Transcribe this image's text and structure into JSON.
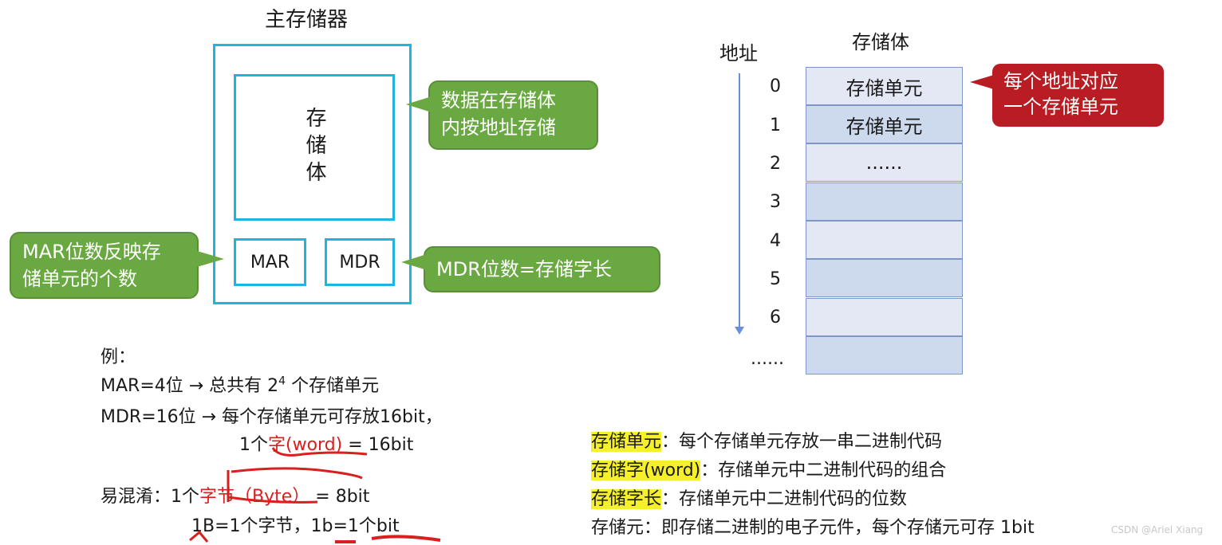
{
  "diagram": {
    "title": "主存储器",
    "storage_label": "存储体",
    "mar_label": "MAR",
    "mdr_label": "MDR",
    "callout_data": [
      "数据在存储体",
      "内按地址存储"
    ],
    "callout_mar": [
      "MAR位数反映存",
      "储单元的个数"
    ],
    "callout_mdr": "MDR位数=存储字长"
  },
  "memory_table": {
    "address_label": "地址",
    "title": "存储体",
    "addresses": [
      "0",
      "1",
      "2",
      "3",
      "4",
      "5",
      "6",
      "......"
    ],
    "cells": [
      "存储单元",
      "存储单元",
      "......",
      "",
      "",
      "",
      "",
      ""
    ],
    "cell_colors": [
      "#e3e8f4",
      "#cdd9ec",
      "#e3e8f4",
      "#cdd9ec",
      "#e3e8f4",
      "#cdd9ec",
      "#e3e8f4",
      "#cdd9ec"
    ],
    "callout": [
      "每个地址对应",
      "一个存储单元"
    ]
  },
  "example": {
    "heading": "例：",
    "line1_a": "MAR=4位 → 总共有 2",
    "line1_sup": "4",
    "line1_b": " 个存储单元",
    "line2": "MDR=16位 → 每个存储单元可存放16bit，",
    "line3_a": "1个",
    "line3_b": "字(word)",
    "line3_c": " = 16bit",
    "confuse_label": "易混淆：",
    "confuse_a": "1个",
    "confuse_b": "字节（Byte）",
    "confuse_c": " = 8bit",
    "confuse_line2": "1B=1个字节，1b=1个bit"
  },
  "definitions": [
    {
      "term": "存储单元",
      "desc": "：每个存储单元存放一串二进制代码",
      "highlight": true
    },
    {
      "term": "存储字(word)",
      "desc": "：存储单元中二进制代码的组合",
      "highlight": true
    },
    {
      "term": "存储字长",
      "desc": "：存储单元中二进制代码的位数",
      "highlight": true
    },
    {
      "term": "存储元",
      "desc": "：即存储二进制的电子元件，每个存储元可存 1bit",
      "highlight": false
    }
  ],
  "colors": {
    "box_border": "#1fb5e0",
    "callout_green": "#6aa842",
    "callout_red": "#b91c22",
    "highlight": "#f6f02a",
    "accent_red": "#d9201f"
  },
  "watermark": "CSDN @Ariel Xiang"
}
